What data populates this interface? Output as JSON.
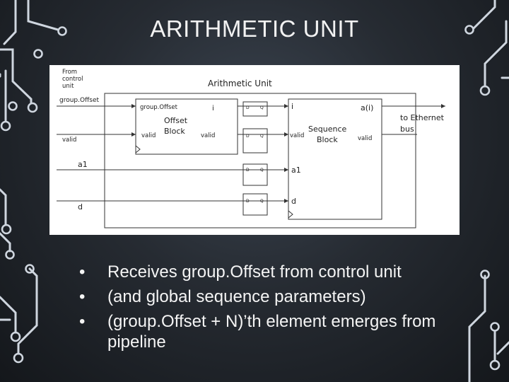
{
  "slide": {
    "title": "ARITHMETIC UNIT",
    "bullets": [
      "Receives group.Offset from control unit",
      "(and global sequence parameters)",
      "(group.Offset + N)’th element emerges from pipeline"
    ],
    "bullet_glyph": "•"
  },
  "diagram": {
    "title": "Arithmetic Unit",
    "source_label": [
      "From",
      "control",
      "unit"
    ],
    "inputs": {
      "group_offset": "group.Offset",
      "valid": "valid",
      "a1": "a1",
      "d": "d"
    },
    "offset_block": {
      "name": [
        "Offset",
        "Block"
      ],
      "port_in": "group.Offset",
      "port_valid": "valid",
      "port_i": "i",
      "port_valid_out": "valid"
    },
    "sequence_block": {
      "name": [
        "Sequence",
        "Block"
      ],
      "port_i": "i",
      "port_valid": "valid",
      "port_a1": "a1",
      "port_d": "d",
      "port_ai": "a(i)",
      "port_valid_out": "valid"
    },
    "register": {
      "d": "D",
      "q": "Q"
    },
    "output": [
      "to Ethernet",
      "bus"
    ]
  },
  "colors": {
    "background": "#262b32",
    "circuit_accent": "#cfd6df",
    "text": "#f2f2f2"
  }
}
